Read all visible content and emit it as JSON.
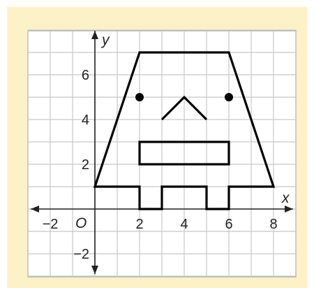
{
  "diagram": {
    "grid": {
      "x_min": -3,
      "x_max": 9,
      "y_min": -3,
      "y_max": 8
    },
    "axes": {
      "x_label": "x",
      "y_label": "y",
      "origin_label": "O"
    },
    "x_ticks": [
      {
        "value": -2,
        "label": "−2"
      },
      {
        "value": 2,
        "label": "2"
      },
      {
        "value": 4,
        "label": "4"
      },
      {
        "value": 6,
        "label": "6"
      },
      {
        "value": 8,
        "label": "8"
      }
    ],
    "y_ticks": [
      {
        "value": -2,
        "label": "−2"
      },
      {
        "value": 2,
        "label": "2"
      },
      {
        "value": 4,
        "label": "4"
      },
      {
        "value": 6,
        "label": "6"
      }
    ],
    "face_outline": [
      [
        0,
        1
      ],
      [
        2,
        7
      ],
      [
        6,
        7
      ],
      [
        8,
        1
      ],
      [
        6,
        1
      ],
      [
        6,
        0
      ],
      [
        5,
        0
      ],
      [
        5,
        1
      ],
      [
        3,
        1
      ],
      [
        3,
        0
      ],
      [
        2,
        0
      ],
      [
        2,
        1
      ]
    ],
    "nose": [
      [
        3,
        4
      ],
      [
        4,
        5
      ],
      [
        5,
        4
      ]
    ],
    "mouth": {
      "x": 2,
      "y": 2,
      "width": 4,
      "height": 1
    },
    "eyes": [
      [
        2,
        5
      ],
      [
        6,
        5
      ]
    ],
    "colors": {
      "panel": "#fdf1c8",
      "grid": "#c7c7c7",
      "ink": "#000000"
    }
  }
}
